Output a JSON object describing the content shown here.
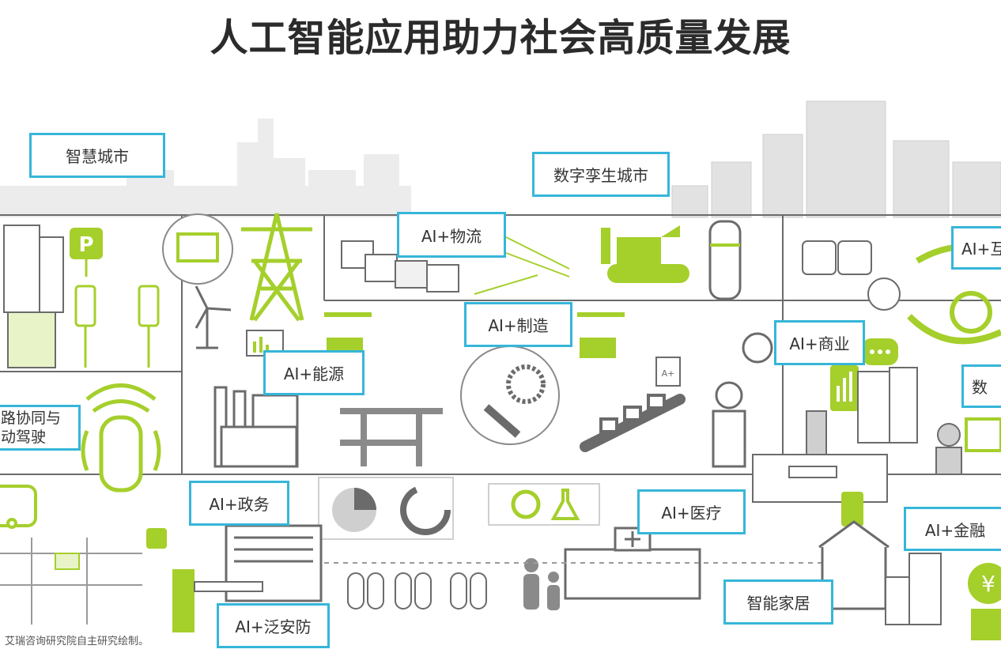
{
  "title": "人工智能应用助力社会高质量发展",
  "labels": {
    "smart_city": "智慧城市",
    "digital_twin_city": "数字孪生城市",
    "ai_logistics": "AI+物流",
    "ai_manufacturing": "AI+制造",
    "ai_energy": "AI+能源",
    "ai_commerce": "AI+商业",
    "ai_partial_top_right": "AI+互",
    "digital_partial": "数",
    "vehicle_road_line1": "路协同与",
    "vehicle_road_line2": "动驾驶",
    "ai_government": "AI+政务",
    "ai_medical": "AI+医疗",
    "ai_finance": "AI+金融",
    "smart_home": "智能家居",
    "ai_security": "AI+泛安防"
  },
  "icons": {
    "parking_sign": "P",
    "grade_badge": "A+",
    "currency_symbol": "¥"
  },
  "credit": "艾瑞咨询研究院自主研究绘制。",
  "colors": {
    "accent_green": "#a5cf2b",
    "label_border": "#36b6d9",
    "line_gray": "#6b6b6b",
    "skyline_gray": "#e6e6e6"
  }
}
